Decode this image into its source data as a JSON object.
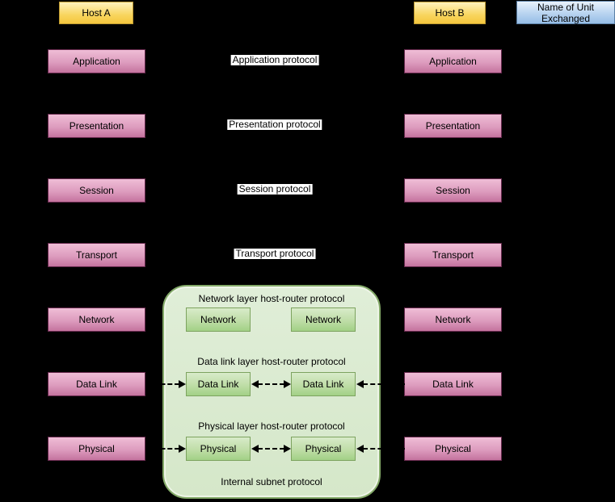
{
  "hosts": {
    "host_a_label": "Host A",
    "host_b_label": "Host B",
    "unit_exchanged_label": "Name of Unit Exchanged"
  },
  "layers": [
    "Application",
    "Presentation",
    "Session",
    "Transport",
    "Network",
    "Data Link",
    "Physical"
  ],
  "protocol_labels": [
    "Application protocol",
    "Presentation protocol",
    "Session protocol",
    "Transport protocol"
  ],
  "subnet": {
    "network_header": "Network layer host-router protocol",
    "datalink_header": "Data link layer host-router protocol",
    "physical_header": "Physical layer host-router protocol",
    "footer": "Internal subnet protocol",
    "router_layers": [
      "Network",
      "Data Link",
      "Physical"
    ]
  },
  "colors": {
    "background": "#000000",
    "host_box_fill": "#f5c73d",
    "host_box_border": "#bf9b30",
    "layer_box_fill": "#c4739e",
    "layer_box_border": "#66294d",
    "unit_box_fill": "#96bde6",
    "unit_box_border": "#5a7fa5",
    "subnet_fill": "#dcead3",
    "subnet_border": "#83a968",
    "router_box_fill": "#a2d186",
    "router_box_border": "#7da35f",
    "label_background": "#ffffff",
    "arrow_color": "#000000",
    "text_color": "#000000"
  }
}
